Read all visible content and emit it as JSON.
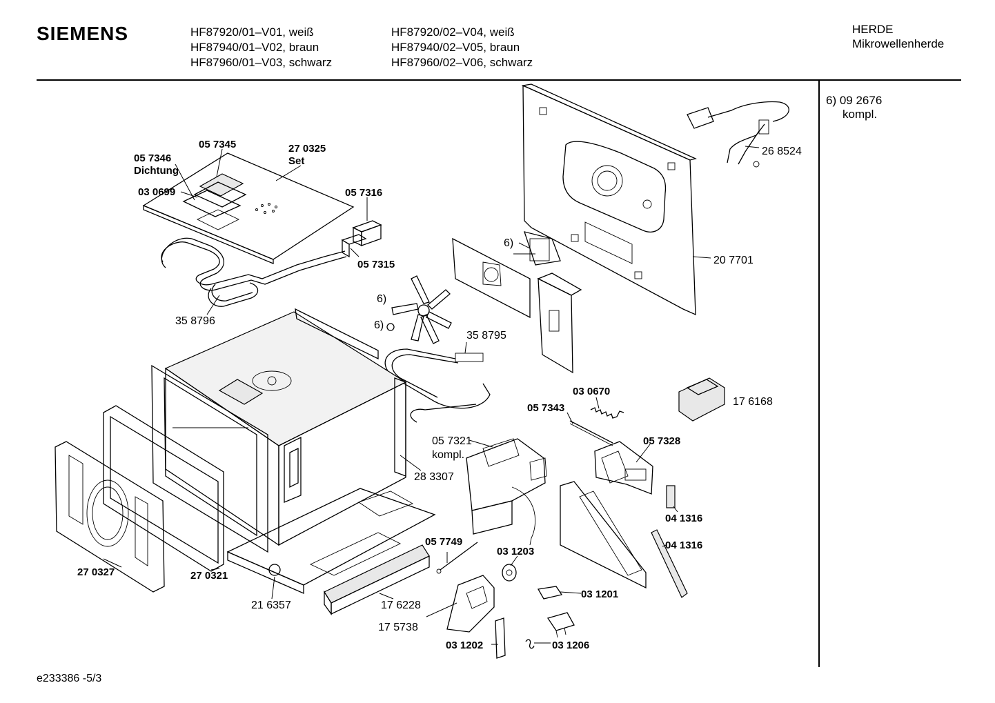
{
  "header": {
    "brand": "SIEMENS",
    "models_col1": [
      "HF87920/01–V01, weiß",
      "HF87940/01–V02, braun",
      "HF87960/01–V03, schwarz"
    ],
    "models_col2": [
      "HF87920/02–V04, weiß",
      "HF87940/02–V05, braun",
      "HF87960/02–V06, schwarz"
    ],
    "category": "HERDE",
    "subcategory": "Mikrowellenherde"
  },
  "sidebar": {
    "note_line1": "6)  09 2676",
    "note_line2": "kompl."
  },
  "footer": {
    "doc_id": "e233386 -5/3"
  },
  "parts": {
    "p057346": "05 7346",
    "p_dichtung": "Dichtung",
    "p057345": "05 7345",
    "p270325": "27 0325",
    "p_set": "Set",
    "p030699": "03 0699",
    "p057316": "05 7316",
    "p057315": "05 7315",
    "p358796": "35 8796",
    "p268524": "26 8524",
    "p207701": "20 7701",
    "p6a": "6)",
    "p6b": "6)",
    "p6c": "6)",
    "p358795": "35 8795",
    "p030670": "03 0670",
    "p176168": "17 6168",
    "p057343": "05 7343",
    "p057321": "05 7321",
    "p_kompl": "kompl.",
    "p057328": "05 7328",
    "p283307": "28 3307",
    "p041316a": "04 1316",
    "p041316b": "04 1316",
    "p057749": "05 7749",
    "p031203": "03 1203",
    "p270327": "27 0327",
    "p270321": "27 0321",
    "p216357": "21 6357",
    "p176228": "17 6228",
    "p175738": "17 5738",
    "p031201": "03 1201",
    "p031202": "03 1202",
    "p031206": "03 1206"
  }
}
